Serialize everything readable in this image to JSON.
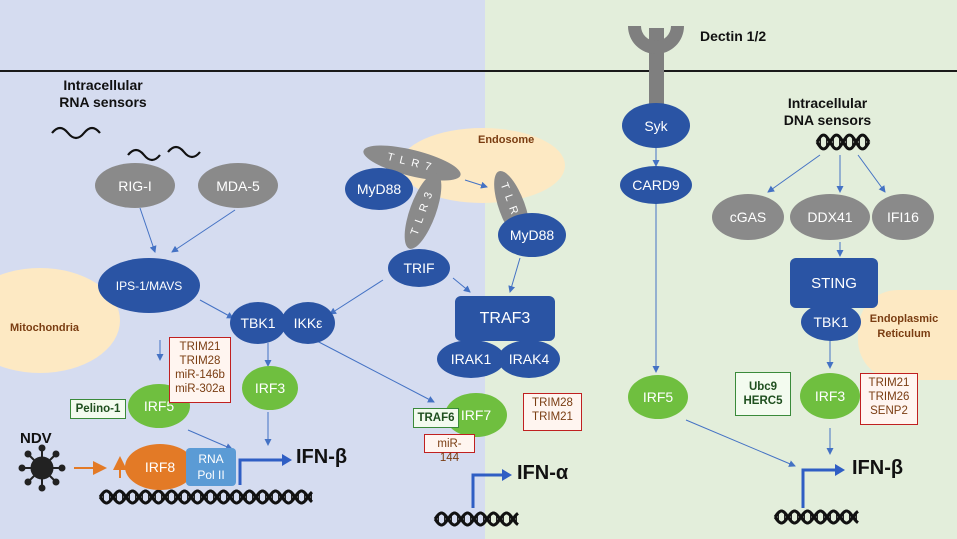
{
  "labels": {
    "dectin": "Dectin 1/2",
    "rna_sensors": "Intracellular RNA sensors",
    "dna_sensors": "Intracellular DNA sensors",
    "endosome": "Endosome",
    "mitochondria": "Mitochondria",
    "er": "Endoplasmic Reticulum",
    "ndv": "NDV"
  },
  "nodes": {
    "rig_i": "RIG-I",
    "mda5": "MDA-5",
    "ips1": "IPS-1/MAVS",
    "tbk1_left": "TBK1",
    "ikke": "IKKε",
    "irf3_left": "IRF3",
    "irf5_left": "IRF5",
    "irf8": "IRF8",
    "rna_pol": "RNA Pol II",
    "myd88_top": "MyD88",
    "tlr7": "TLR7",
    "tlr3": "TLR3",
    "tlr9": "TLR9",
    "myd88_right": "MyD88",
    "trif": "TRIF",
    "traf3": "TRAF3",
    "irak1": "IRAK1",
    "irak4": "IRAK4",
    "irf7": "IRF7",
    "syk": "Syk",
    "card9": "CARD9",
    "irf5_right": "IRF5",
    "cgas": "cGAS",
    "ddx41": "DDX41",
    "ifi16": "IFI16",
    "sting": "STING",
    "tbk1_right": "TBK1",
    "irf3_right": "IRF3"
  },
  "regulators": {
    "left_red": [
      "TRIM21",
      "TRIM28",
      "miR-146b",
      "miR-302a"
    ],
    "pelino": "Pelino-1",
    "traf6": "TRAF6",
    "mir144": "miR-144",
    "mid_red": [
      "TRIM28",
      "TRIM21"
    ],
    "ubc9_herc5": [
      "Ubc9",
      "HERC5"
    ],
    "right_red": [
      "TRIM21",
      "TRIM26",
      "SENP2"
    ]
  },
  "outputs": {
    "ifn_beta_left": "IFN-β",
    "ifn_alpha": "IFN-α",
    "ifn_beta_right": "IFN-β"
  },
  "colors": {
    "left_bg": "#d5dcf0",
    "right_bg": "#e3eedb",
    "sensor_gray": "#8a8a8a",
    "adaptor_blue": "#2a54a4",
    "irf_green": "#6fbf3f",
    "irf8_orange": "#e37a26",
    "arrow_blue": "#4472c4",
    "negative_red": "#c02020",
    "positive_green": "#3a8a3a"
  }
}
